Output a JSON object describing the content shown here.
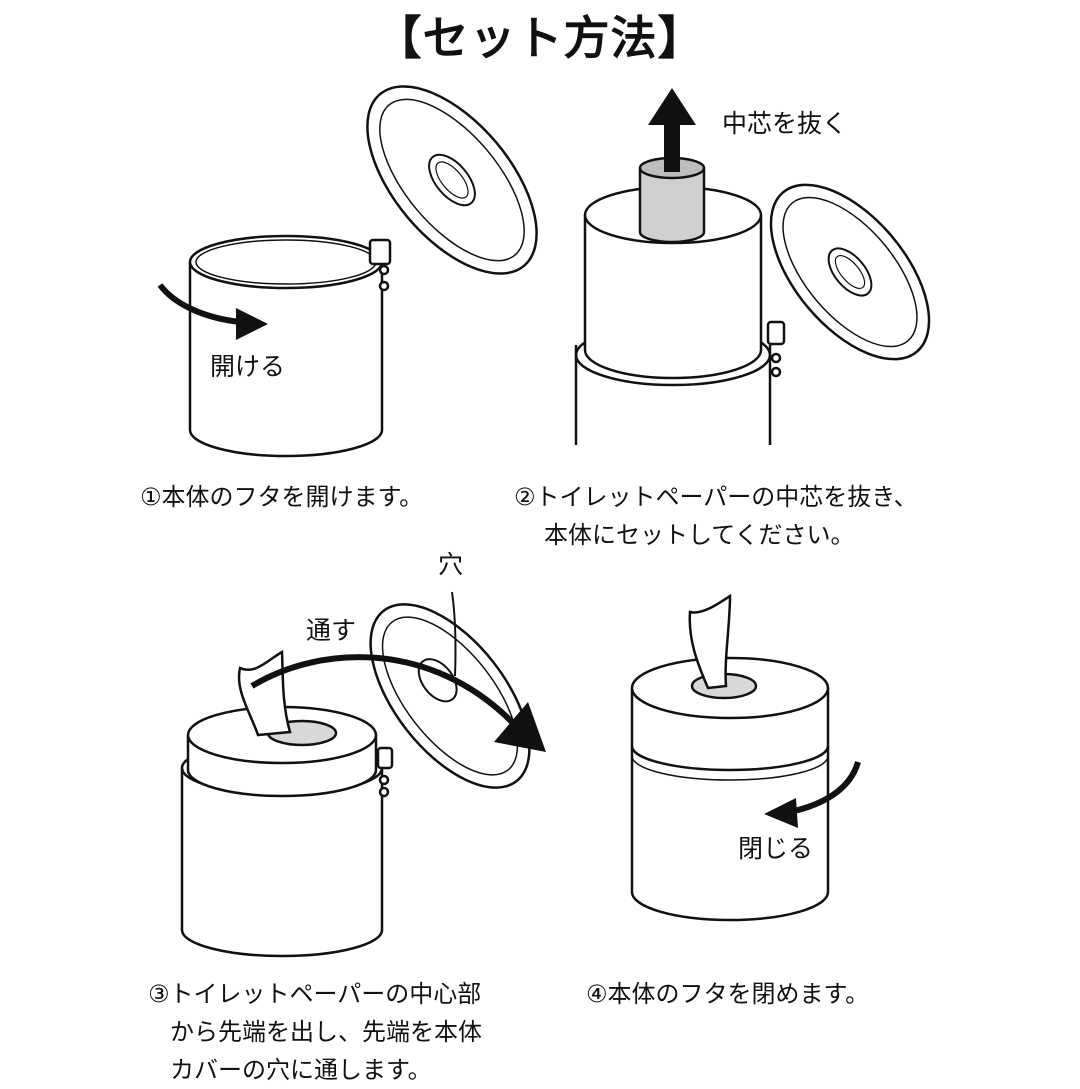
{
  "title": "【セット方法】",
  "steps": [
    {
      "label": "開ける",
      "caption": [
        "①本体のフタを開けます。"
      ]
    },
    {
      "label": "中芯を抜く",
      "caption": [
        "②トイレットペーパーの中芯を抜き、",
        "本体にセットしてください。"
      ]
    },
    {
      "label": "通す",
      "label2": "穴",
      "caption": [
        "③トイレットペーパーの中心部",
        "から先端を出し、先端を本体",
        "カバーの穴に通します。"
      ]
    },
    {
      "label": "閉じる",
      "caption": [
        "④本体のフタを閉めます。"
      ]
    }
  ],
  "colors": {
    "line": "#111111",
    "fill": "#ffffff",
    "core": "#cfcfcf",
    "hole": "#d8d8d8"
  }
}
